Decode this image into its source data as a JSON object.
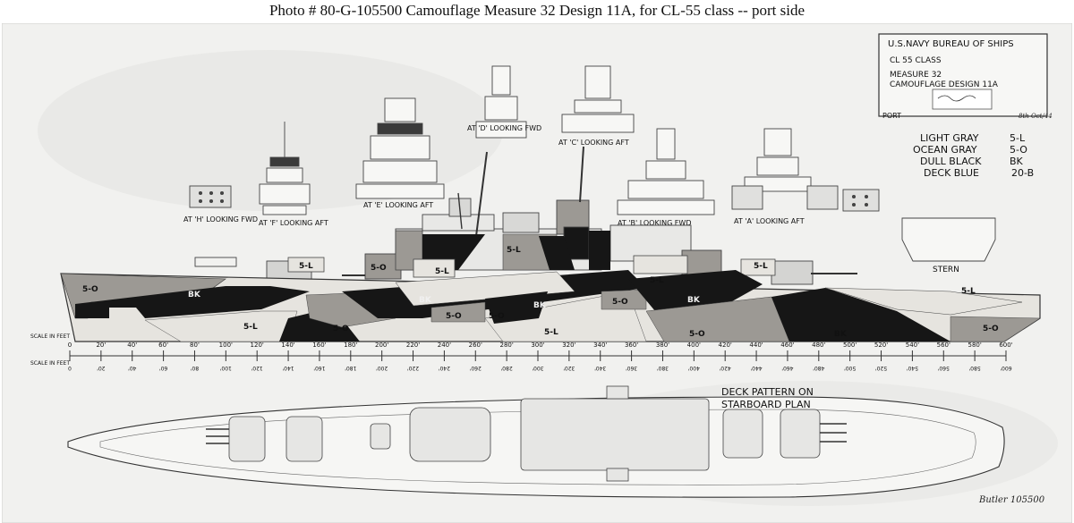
{
  "caption": "Photo #  80-G-105500    Camouflage Measure 32 Design 11A, for CL-55 class -- port side",
  "title_block": {
    "line1": "U.S.NAVY BUREAU OF SHIPS",
    "line2": "CL 55 CLASS",
    "line3": "MEASURE 32",
    "line4": "CAMOUFLAGE DESIGN 11A",
    "side": "PORT"
  },
  "legend": [
    {
      "name": "LIGHT GRAY",
      "code": "5-L",
      "color": "#e6e4df"
    },
    {
      "name": "OCEAN GRAY",
      "code": "5-O",
      "color": "#9c9994"
    },
    {
      "name": "DULL BLACK",
      "code": "BK",
      "color": "#161616"
    },
    {
      "name": "DECK BLUE",
      "code": "20-B",
      "color": "#4a4d52"
    }
  ],
  "views": {
    "h": "AT 'H' LOOKING FWD",
    "f": "AT 'F' LOOKING AFT",
    "e": "AT 'E' LOOKING AFT",
    "d": "AT 'D' LOOKING FWD",
    "c": "AT 'C' LOOKING AFT",
    "b": "AT 'B' LOOKING FWD",
    "a": "AT 'A' LOOKING AFT",
    "stern": "STERN"
  },
  "hull_labels": [
    "5-O",
    "BK",
    "5-L",
    "5-L",
    "5-O",
    "5-O",
    "5-L",
    "5-O",
    "5-L",
    "BK",
    "5-O",
    "BK",
    "5-O",
    "5-L",
    "5-L",
    "5-O",
    "BK",
    "5-L",
    "5-O"
  ],
  "scale": {
    "label_top": "SCALE IN FEET",
    "label_bottom": "SCALE IN FEET",
    "ticks": [
      "0",
      "20'",
      "40'",
      "60'",
      "80'",
      "100'",
      "120'",
      "140'",
      "160'",
      "180'",
      "200'",
      "220'",
      "240'",
      "260'",
      "280'",
      "300'",
      "320'",
      "340'",
      "360'",
      "380'",
      "400'",
      "420'",
      "440'",
      "460'",
      "480'",
      "500'",
      "520'",
      "540'",
      "560'",
      "580'",
      "600'"
    ]
  },
  "deck": {
    "title1": "DECK PATTERN ON",
    "title2": "STARBOARD PLAN"
  },
  "signature": "Butler 105500",
  "date_note": "8th Oct/44"
}
